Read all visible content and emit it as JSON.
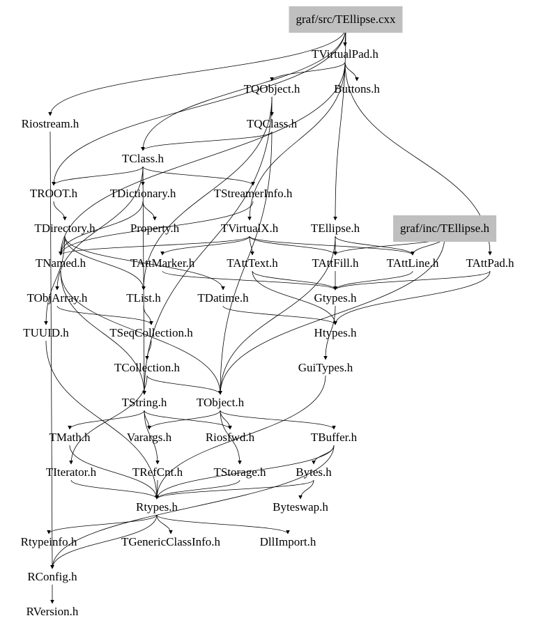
{
  "graph": {
    "type": "include-dependency-graph",
    "highlight_color": "#bfbfbf",
    "nodes": [
      {
        "id": "cxx",
        "label": "graf/src/TEllipse.cxx",
        "highlight": true
      },
      {
        "id": "TVirtualPad",
        "label": "TVirtualPad.h"
      },
      {
        "id": "TQObject",
        "label": "TQObject.h"
      },
      {
        "id": "Buttons",
        "label": "Buttons.h"
      },
      {
        "id": "Riostream",
        "label": "Riostream.h"
      },
      {
        "id": "TQClass",
        "label": "TQClass.h"
      },
      {
        "id": "TClass",
        "label": "TClass.h"
      },
      {
        "id": "TROOT",
        "label": "TROOT.h"
      },
      {
        "id": "TDictionary",
        "label": "TDictionary.h"
      },
      {
        "id": "TStreamerInfo",
        "label": "TStreamerInfo.h"
      },
      {
        "id": "TDirectory",
        "label": "TDirectory.h"
      },
      {
        "id": "Property",
        "label": "Property.h"
      },
      {
        "id": "TVirtualX",
        "label": "TVirtualX.h"
      },
      {
        "id": "TEllipseH",
        "label": "TEllipse.h"
      },
      {
        "id": "incTEllipse",
        "label": "graf/inc/TEllipse.h",
        "highlight": true
      },
      {
        "id": "TNamed",
        "label": "TNamed.h"
      },
      {
        "id": "TAttMarker",
        "label": "TAttMarker.h"
      },
      {
        "id": "TAttText",
        "label": "TAttText.h"
      },
      {
        "id": "TAttFill",
        "label": "TAttFill.h"
      },
      {
        "id": "TAttLine",
        "label": "TAttLine.h"
      },
      {
        "id": "TAttPad",
        "label": "TAttPad.h"
      },
      {
        "id": "TObjArray",
        "label": "TObjArray.h"
      },
      {
        "id": "TList",
        "label": "TList.h"
      },
      {
        "id": "TDatime",
        "label": "TDatime.h"
      },
      {
        "id": "Gtypes",
        "label": "Gtypes.h"
      },
      {
        "id": "TUUID",
        "label": "TUUID.h"
      },
      {
        "id": "TSeqCollection",
        "label": "TSeqCollection.h"
      },
      {
        "id": "Htypes",
        "label": "Htypes.h"
      },
      {
        "id": "TCollection",
        "label": "TCollection.h"
      },
      {
        "id": "GuiTypes",
        "label": "GuiTypes.h"
      },
      {
        "id": "TString",
        "label": "TString.h"
      },
      {
        "id": "TObject",
        "label": "TObject.h"
      },
      {
        "id": "TMath",
        "label": "TMath.h"
      },
      {
        "id": "Varargs",
        "label": "Varargs.h"
      },
      {
        "id": "Riosfwd",
        "label": "Riosfwd.h"
      },
      {
        "id": "TBuffer",
        "label": "TBuffer.h"
      },
      {
        "id": "TIterator",
        "label": "TIterator.h"
      },
      {
        "id": "TRefCnt",
        "label": "TRefCnt.h"
      },
      {
        "id": "TStorage",
        "label": "TStorage.h"
      },
      {
        "id": "Bytes",
        "label": "Bytes.h"
      },
      {
        "id": "Rtypes",
        "label": "Rtypes.h"
      },
      {
        "id": "Byteswap",
        "label": "Byteswap.h"
      },
      {
        "id": "Rtypeinfo",
        "label": "Rtypeinfo.h"
      },
      {
        "id": "TGenericClassInfo",
        "label": "TGenericClassInfo.h"
      },
      {
        "id": "DllImport",
        "label": "DllImport.h"
      },
      {
        "id": "RConfig",
        "label": "RConfig.h"
      },
      {
        "id": "RVersion",
        "label": "RVersion.h"
      }
    ],
    "edges": [
      [
        "cxx",
        "TVirtualPad"
      ],
      [
        "cxx",
        "Riostream"
      ],
      [
        "cxx",
        "TClass"
      ],
      [
        "cxx",
        "TROOT"
      ],
      [
        "cxx",
        "TEllipseH"
      ],
      [
        "TVirtualPad",
        "TQObject"
      ],
      [
        "TVirtualPad",
        "Buttons"
      ],
      [
        "TVirtualPad",
        "TAttPad"
      ],
      [
        "TVirtualPad",
        "TVirtualX"
      ],
      [
        "TVirtualPad",
        "TNamed"
      ],
      [
        "TQObject",
        "TQClass"
      ],
      [
        "TQObject",
        "TList"
      ],
      [
        "TQObject",
        "TString"
      ],
      [
        "TQClass",
        "TClass"
      ],
      [
        "TQClass",
        "TObject"
      ],
      [
        "Riostream",
        "RConfig"
      ],
      [
        "TClass",
        "TROOT"
      ],
      [
        "TClass",
        "TDictionary"
      ],
      [
        "TClass",
        "TStreamerInfo"
      ],
      [
        "TClass",
        "TObjArray"
      ],
      [
        "TClass",
        "TString"
      ],
      [
        "TROOT",
        "TDirectory"
      ],
      [
        "TDictionary",
        "Property"
      ],
      [
        "TDictionary",
        "TNamed"
      ],
      [
        "TStreamerInfo",
        "TNamed"
      ],
      [
        "TDirectory",
        "TNamed"
      ],
      [
        "TDirectory",
        "TDatime"
      ],
      [
        "TDirectory",
        "TUUID"
      ],
      [
        "TDirectory",
        "TList"
      ],
      [
        "TVirtualX",
        "TNamed"
      ],
      [
        "TVirtualX",
        "TAttMarker"
      ],
      [
        "TVirtualX",
        "TAttText"
      ],
      [
        "TVirtualX",
        "TAttFill"
      ],
      [
        "TVirtualX",
        "TAttLine"
      ],
      [
        "TEllipseH",
        "TObject"
      ],
      [
        "TEllipseH",
        "TAttFill"
      ],
      [
        "TEllipseH",
        "TAttLine"
      ],
      [
        "incTEllipse",
        "TAttLine"
      ],
      [
        "incTEllipse",
        "TAttFill"
      ],
      [
        "incTEllipse",
        "TObject"
      ],
      [
        "TNamed",
        "TObject"
      ],
      [
        "TNamed",
        "TString"
      ],
      [
        "TAttMarker",
        "Gtypes"
      ],
      [
        "TAttText",
        "Gtypes"
      ],
      [
        "TAttText",
        "Htypes"
      ],
      [
        "TAttFill",
        "Gtypes"
      ],
      [
        "TAttLine",
        "Gtypes"
      ],
      [
        "TAttPad",
        "Gtypes"
      ],
      [
        "TAttPad",
        "Htypes"
      ],
      [
        "TObjArray",
        "TSeqCollection"
      ],
      [
        "TList",
        "TSeqCollection"
      ],
      [
        "TDatime",
        "Htypes"
      ],
      [
        "TSeqCollection",
        "TCollection"
      ],
      [
        "TCollection",
        "TObject"
      ],
      [
        "TCollection",
        "TIterator"
      ],
      [
        "Gtypes",
        "GuiTypes"
      ],
      [
        "GuiTypes",
        "Rtypes"
      ],
      [
        "TString",
        "Varargs"
      ],
      [
        "TString",
        "Riosfwd"
      ],
      [
        "TString",
        "TRefCnt"
      ],
      [
        "TString",
        "TMath"
      ],
      [
        "TObject",
        "Riosfwd"
      ],
      [
        "TObject",
        "TBuffer"
      ],
      [
        "TObject",
        "TStorage"
      ],
      [
        "TObject",
        "Varargs"
      ],
      [
        "TBuffer",
        "Bytes"
      ],
      [
        "TBuffer",
        "Rtypes"
      ],
      [
        "TBuffer",
        "RConfig"
      ],
      [
        "TMath",
        "Rtypes"
      ],
      [
        "TIterator",
        "Rtypes"
      ],
      [
        "TRefCnt",
        "Rtypes"
      ],
      [
        "TStorage",
        "Rtypes"
      ],
      [
        "TUUID",
        "Rtypes"
      ],
      [
        "Bytes",
        "Byteswap"
      ],
      [
        "Bytes",
        "Rtypes"
      ],
      [
        "Rtypes",
        "Rtypeinfo"
      ],
      [
        "Rtypes",
        "TGenericClassInfo"
      ],
      [
        "Rtypes",
        "DllImport"
      ],
      [
        "Rtypes",
        "RConfig"
      ],
      [
        "RConfig",
        "RVersion"
      ]
    ]
  }
}
